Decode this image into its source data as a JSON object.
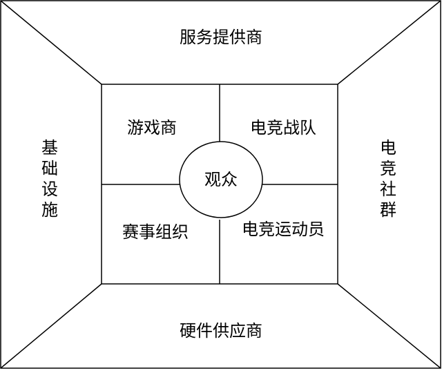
{
  "diagram": {
    "outer": {
      "top": "服务提供商",
      "bottom": "硬件供应商",
      "left": "基础设施",
      "right": "电竞社群"
    },
    "inner": {
      "top_left": "游戏商",
      "top_right": "电竞战队",
      "bottom_left": "赛事组织",
      "bottom_right": "电竞运动员"
    },
    "center": "观众"
  }
}
